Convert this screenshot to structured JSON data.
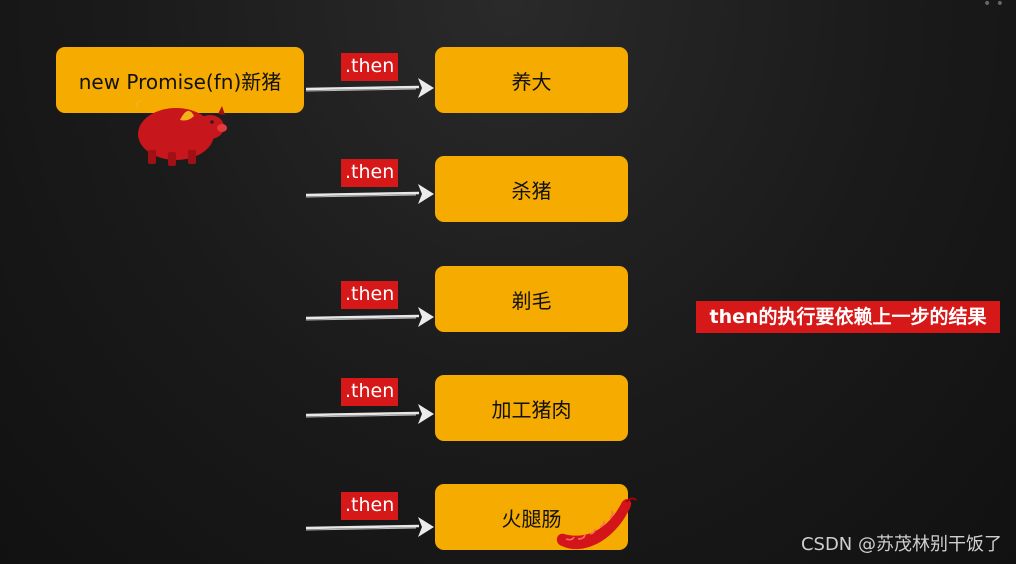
{
  "start_box": "new Promise(fn)新猪",
  "steps": [
    {
      "label": "养大",
      "connector": ".then"
    },
    {
      "label": "杀猪",
      "connector": ".then"
    },
    {
      "label": "剃毛",
      "connector": ".then"
    },
    {
      "label": "加工猪肉",
      "connector": ".then"
    },
    {
      "label": "火腿肠",
      "connector": ".then"
    }
  ],
  "note": "then的执行要依赖上一步的结果",
  "watermark": "CSDN @苏茂林别干饭了",
  "colors": {
    "box": "#f5ab00",
    "label_bg": "#d71818",
    "background": "#1a1a1a"
  }
}
